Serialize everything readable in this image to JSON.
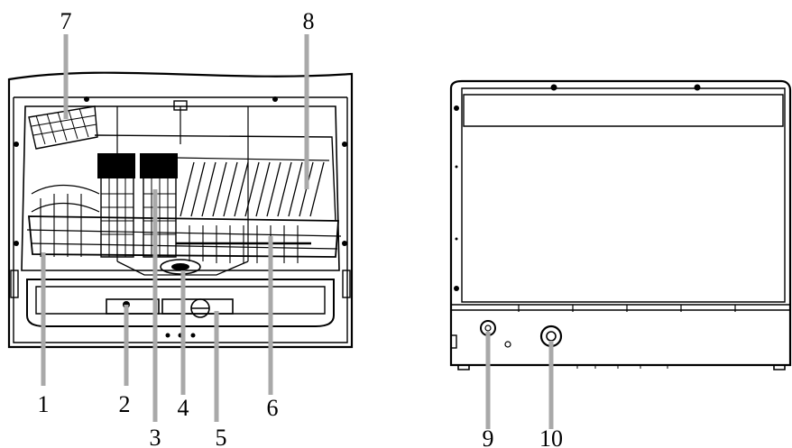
{
  "callouts": {
    "c1": "1",
    "c2": "2",
    "c3": "3",
    "c4": "4",
    "c5": "5",
    "c6": "6",
    "c7": "7",
    "c8": "8",
    "c9": "9",
    "c10": "10"
  },
  "colors": {
    "line": "#000000",
    "leader": "#a9a9a9",
    "background": "#ffffff"
  }
}
